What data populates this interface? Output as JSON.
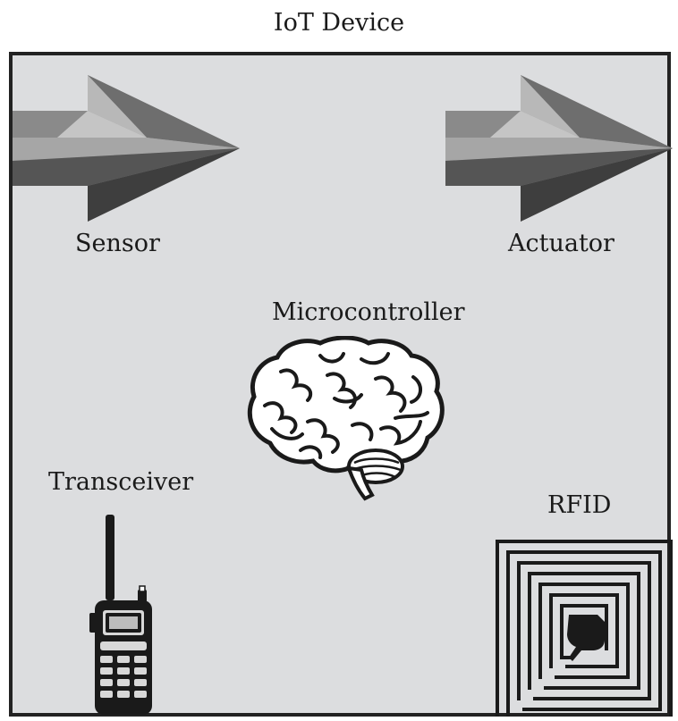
{
  "diagram": {
    "title": "IoT Device",
    "components": {
      "sensor": {
        "label": "Sensor",
        "icon": "arrow-icon"
      },
      "actuator": {
        "label": "Actuator",
        "icon": "arrow-icon"
      },
      "microcontroller": {
        "label": "Microcontroller",
        "icon": "brain-icon"
      },
      "transceiver": {
        "label": "Transceiver",
        "icon": "walkie-talkie-icon"
      },
      "rfid": {
        "label": "RFID",
        "icon": "rfid-tag-icon"
      }
    }
  }
}
